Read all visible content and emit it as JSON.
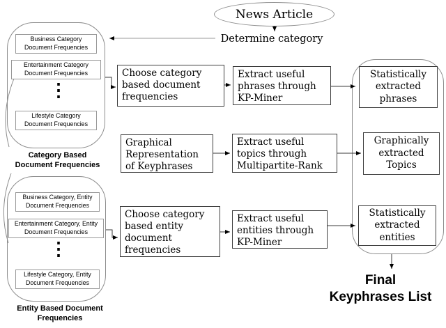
{
  "header": {
    "source_node": "News Article",
    "step_label": "Determine category"
  },
  "groups": {
    "category": {
      "caption": "Category Based\nDocument Frequencies",
      "items": [
        "Business Category\nDocument Frequencies",
        "Entertainment Category\nDocument Frequencies",
        "Lifestyle Category\nDocument Frequencies"
      ],
      "ellipsis": "⋮"
    },
    "entity": {
      "caption": "Entity Based Document\nFrequencies",
      "items": [
        "Business Category, Entity\nDocument Frequencies",
        "Entertainment Category, Entity\nDocument Frequencies",
        "Lifestyle Category, Entity\nDocument Frequencies"
      ],
      "ellipsis": "⋮"
    }
  },
  "process": {
    "choose_doc_freq": "Choose category\nbased document\nfrequencies",
    "extract_phrases": "Extract useful\nphrases through\nKP-Miner",
    "graphical_representation": "Graphical\nRepresentation\nof Keyphrases",
    "extract_topics": "Extract useful\ntopics through\nMultipartite-Rank",
    "choose_entity_freq": "Choose category\nbased entity\ndocument\nfrequencies",
    "extract_entities": "Extract useful\nentities through\nKP-Miner"
  },
  "outputs": {
    "phrases": "Statistically\nextracted\nphrases",
    "topics": "Graphically\nextracted\nTopics",
    "entities": "Statistically\nextracted\nentities"
  },
  "final_label": "Final\nKeyphrases List",
  "colors": {
    "text": "#000000",
    "box_border": "#3c3c3c",
    "container_border": "#8c8c8c",
    "small_box_border": "#999999",
    "line_dark": "#3a3a3a",
    "line_light": "#9a9a9a",
    "background": "#ffffff"
  }
}
